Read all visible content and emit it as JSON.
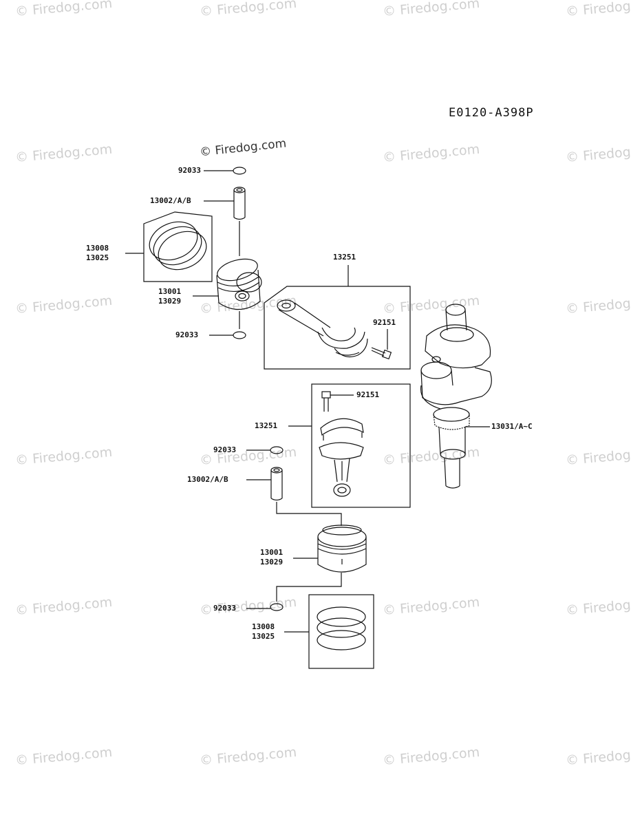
{
  "diagram_code": "E0120-A398P",
  "watermark": "© Firedog.com",
  "center_watermark": "© Firedog.com",
  "labels": {
    "circlip_top": "92033",
    "pin_top": "13002/A/B",
    "rings_top_1": "13008",
    "rings_top_2": "13025",
    "piston_top_1": "13001",
    "piston_top_2": "13029",
    "circlip_mid": "92033",
    "rod_kit_top": "13251",
    "bolt_top": "92151",
    "bolt_lower": "92151",
    "rod_kit_lower": "13251",
    "crankshaft": "13031/A~C",
    "circlip_lower": "92033",
    "pin_lower": "13002/A/B",
    "piston_lower_1": "13001",
    "piston_lower_2": "13029",
    "circlip_bottom": "92033",
    "rings_bottom_1": "13008",
    "rings_bottom_2": "13025"
  }
}
